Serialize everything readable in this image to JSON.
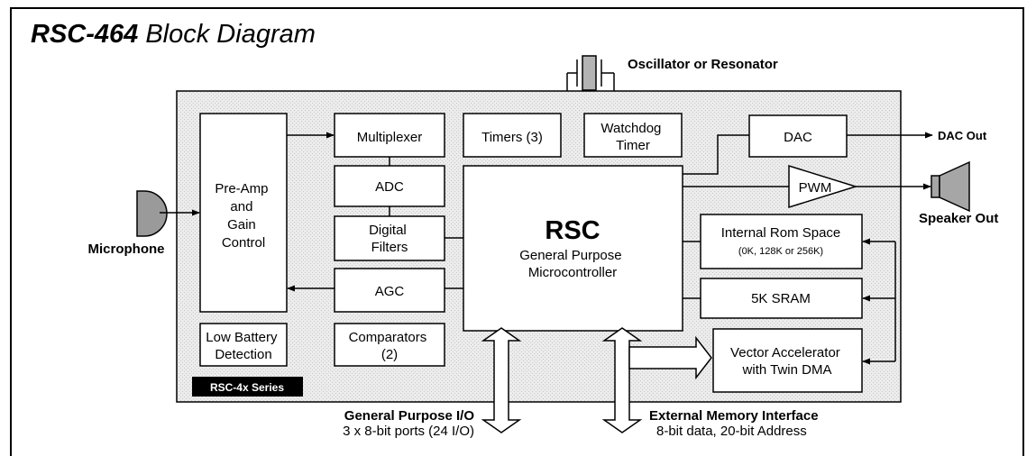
{
  "title": {
    "bold": "RSC-464",
    "rest": " Block Diagram"
  },
  "blocks": {
    "multiplexer": "Multiplexer",
    "timers": "Timers (3)",
    "watchdog": [
      "Watchdog",
      "Timer"
    ],
    "dac": "DAC",
    "adc": "ADC",
    "preamp": [
      "Pre-Amp",
      "and",
      "Gain",
      "Control"
    ],
    "digital_filters": [
      "Digital",
      "Filters"
    ],
    "agc": "AGC",
    "rsc_title": "RSC",
    "rsc_sub": [
      "General Purpose",
      "Microcontroller"
    ],
    "pwm": "PWM",
    "rom": [
      "Internal Rom Space",
      "(0K, 128K or 256K)"
    ],
    "sram": "5K SRAM",
    "vector": [
      "Vector Accelerator",
      "with Twin DMA"
    ],
    "low_battery": [
      "Low Battery",
      "Detection"
    ],
    "comparators": [
      "Comparators",
      "(2)"
    ],
    "series_badge": "RSC-4x Series"
  },
  "labels": {
    "oscillator": "Oscillator or Resonator",
    "dac_out": "DAC Out",
    "speaker_out": "Speaker Out",
    "microphone": "Microphone",
    "gpio_title": "General Purpose I/O",
    "gpio_sub": "3 x 8-bit ports (24 I/O)",
    "emi_title": "External Memory Interface",
    "emi_sub": "8-bit data, 20-bit Address"
  },
  "colors": {
    "chip_fill": "#e6e6e6",
    "mic_fill": "#9a9a9a",
    "speaker_fill": "#a6a6a6",
    "badge_fill": "#000000"
  }
}
